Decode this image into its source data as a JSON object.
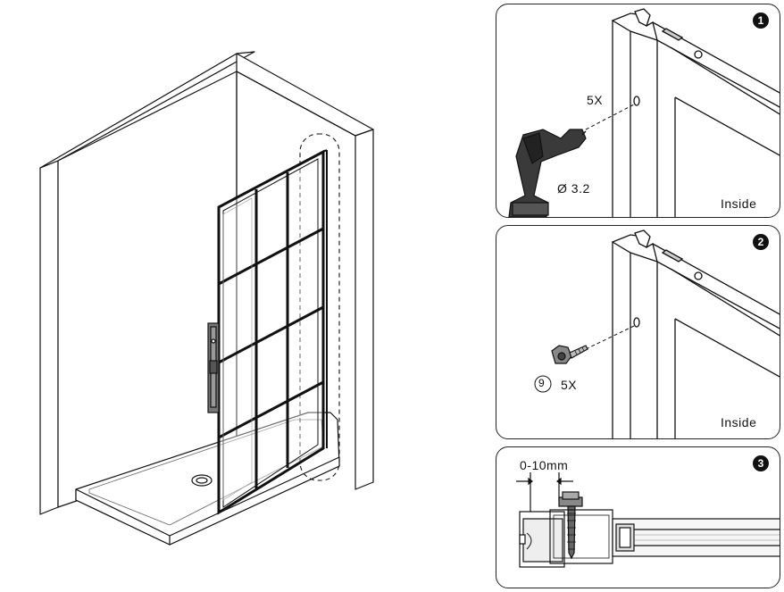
{
  "steps": [
    {
      "number": "1",
      "count_label": "5X",
      "drill_bit_label": "Ø 3.2",
      "side_label": "Inside"
    },
    {
      "number": "2",
      "part_number": "9",
      "count_label": "5X",
      "side_label": "Inside"
    },
    {
      "number": "3",
      "gap_label": "0-10mm"
    }
  ],
  "colors": {
    "line": "#111111",
    "frame_gray": "#444444",
    "glass_gray": "#dcdcdc",
    "drill_body": "#3a3a3a"
  }
}
